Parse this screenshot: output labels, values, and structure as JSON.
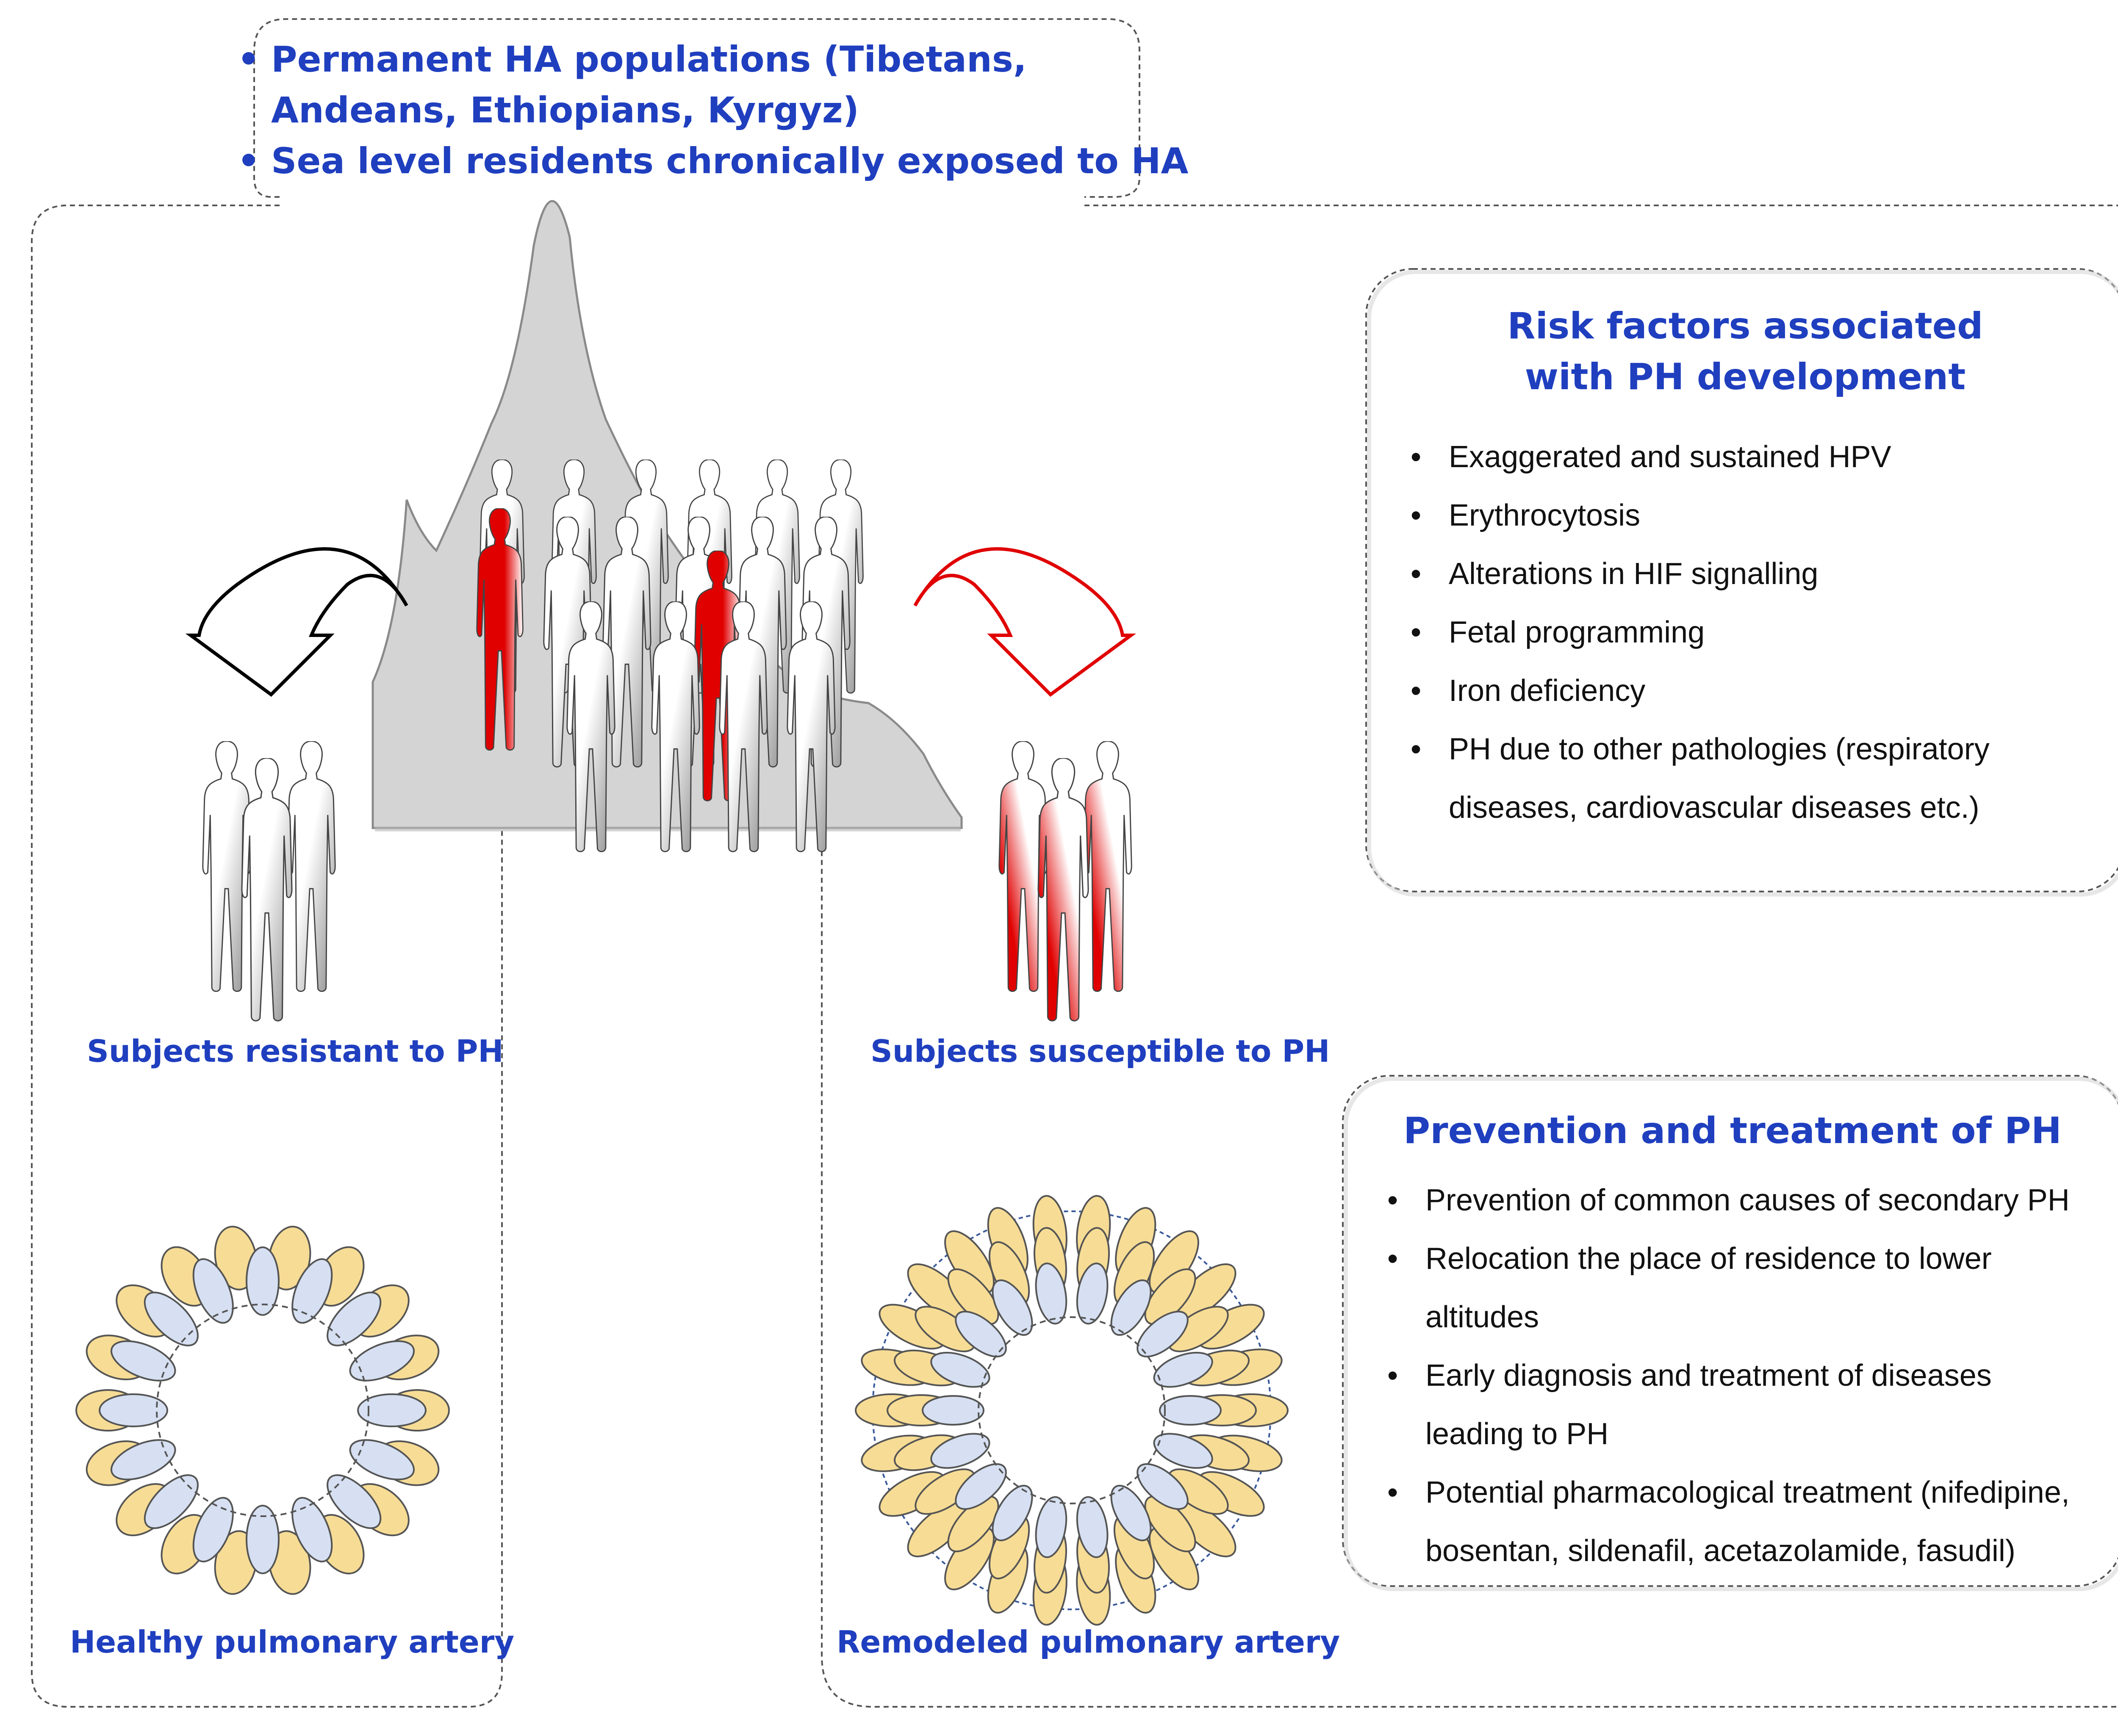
{
  "top_box": {
    "items": [
      "Permanent HA populations (Tibetans, Andeans, Ethiopians, Kyrgyz)",
      "Sea level residents chronically exposed to HA"
    ],
    "item1_line1": "Permanent HA populations (Tibetans,",
    "item1_line2": "Andeans, Ethiopians, Kyrgyz)",
    "item2": "Sea level residents chronically exposed to HA"
  },
  "risk_factors": {
    "title_line1": "Risk factors associated",
    "title_line2": "with PH development",
    "items": [
      "Exaggerated and sustained HPV",
      "Erythrocytosis",
      "Alterations in HIF signalling",
      "Fetal programming",
      "Iron deficiency",
      "PH due to other pathologies (respiratory",
      "diseases, cardiovascular diseases etc.)"
    ]
  },
  "prevention": {
    "title": "Prevention and treatment of PH",
    "items": [
      "Prevention of common causes of secondary PH",
      "Relocation the place of residence to lower",
      "altitudes",
      "Early diagnosis and treatment of diseases",
      "leading to PH",
      "Potential pharmacological treatment (nifedipine,",
      "bosentan, sildenafil, acetazolamide, fasudil)"
    ]
  },
  "labels": {
    "resistant": "Subjects resistant to PH",
    "susceptible": "Subjects susceptible to PH",
    "healthy": "Healthy pulmonary artery",
    "remodeled": "Remodeled pulmonary artery"
  },
  "bullet": "•",
  "colors": {
    "heading_blue": "#1f3fbf",
    "susceptible_red": "#e00000",
    "mountain_gray": "#d4d4d4",
    "smooth_muscle_yellow": "#f7dc95",
    "endothelium_blue": "#d6e0f2"
  },
  "icons": [
    "mountain-icon",
    "person-icon",
    "curved-arrow-left-icon",
    "curved-arrow-right-icon",
    "artery-cross-section-icon"
  ]
}
